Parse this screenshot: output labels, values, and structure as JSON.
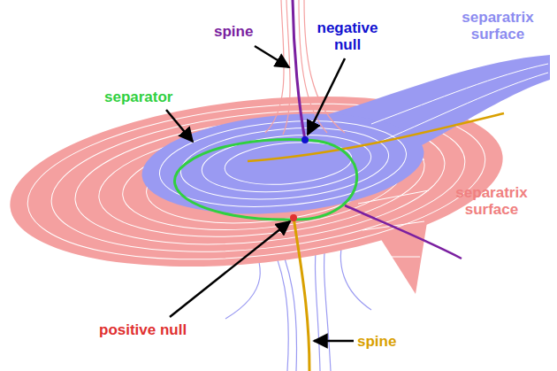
{
  "diagram": {
    "labels": [
      "spine",
      "negative null",
      "separatrix surface",
      "separator",
      "separatrix surface",
      "positive null",
      "spine"
    ]
  }
}
